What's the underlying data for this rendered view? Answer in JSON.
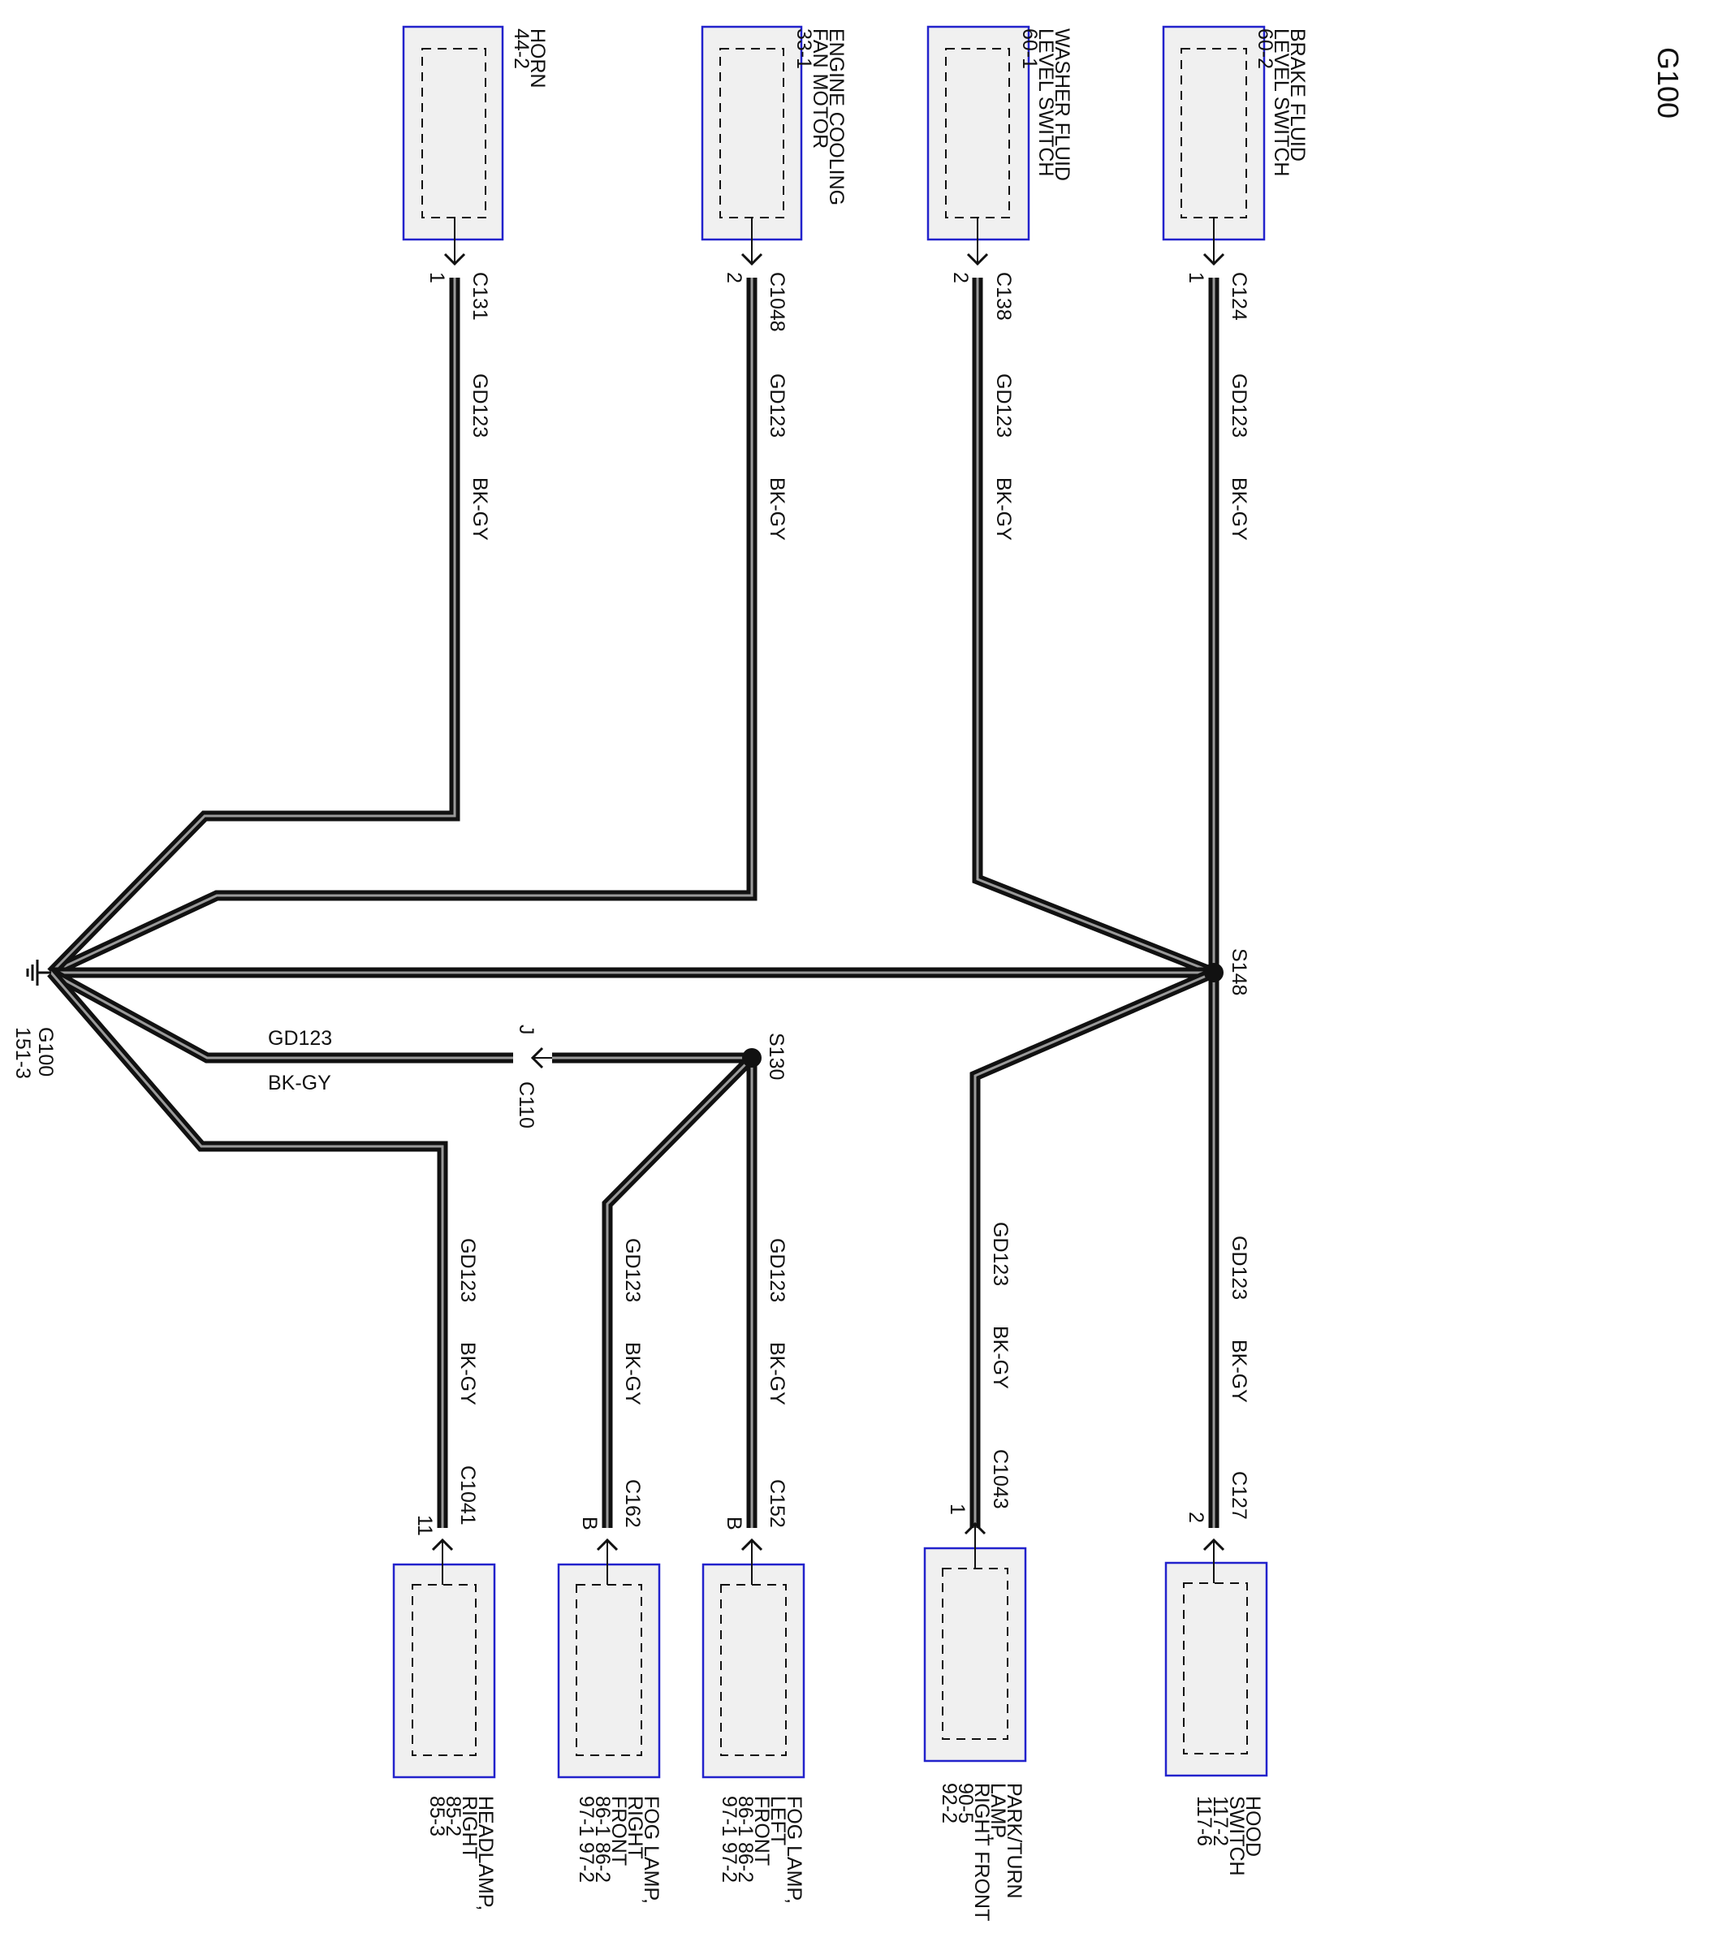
{
  "title": "G100",
  "colors": {
    "wire": "#111111",
    "wire_core": "#9a9a9a",
    "component_border": "#2222cc",
    "component_fill": "#f0f0f0"
  },
  "components": {
    "brake_fluid": {
      "lines": [
        "BRAKE FLUID",
        "LEVEL SWITCH",
        "60-2"
      ],
      "connector": "C124",
      "pin": "1",
      "circuit": "GD123",
      "wire_color": "BK-GY"
    },
    "washer_fluid": {
      "lines": [
        "WASHER FLUID",
        "LEVEL SWITCH",
        "60-1"
      ],
      "connector": "C138",
      "pin": "2",
      "circuit": "GD123",
      "wire_color": "BK-GY"
    },
    "engine_cooling": {
      "lines": [
        "ENGINE COOLING",
        "FAN MOTOR",
        "33-1"
      ],
      "connector": "C1048",
      "pin": "2",
      "circuit": "GD123",
      "wire_color": "BK-GY"
    },
    "horn": {
      "lines": [
        "HORN",
        "44-2"
      ],
      "connector": "C131",
      "pin": "1",
      "circuit": "GD123",
      "wire_color": "BK-GY"
    },
    "hood_switch": {
      "lines": [
        "HOOD",
        "SWITCH",
        "117-2",
        "117-6"
      ],
      "connector": "C127",
      "pin": "2",
      "circuit": "GD123",
      "wire_color": "BK-GY"
    },
    "park_turn": {
      "lines": [
        "PARK/TURN",
        "LAMP,",
        "RIGHT FRONT",
        "90-5",
        "92-2"
      ],
      "connector": "C1043",
      "pin": "1",
      "circuit": "GD123",
      "wire_color": "BK-GY"
    },
    "fog_left": {
      "lines": [
        "FOG LAMP,",
        "LEFT",
        "FRONT",
        "86-1  86-2",
        "97-1  97-2"
      ],
      "connector": "C152",
      "pin": "B",
      "circuit": "GD123",
      "wire_color": "BK-GY"
    },
    "fog_right": {
      "lines": [
        "FOG LAMP,",
        "RIGHT",
        "FRONT",
        "86-1  86-2",
        "97-1  97-2"
      ],
      "connector": "C162",
      "pin": "B",
      "circuit": "GD123",
      "wire_color": "BK-GY"
    },
    "headlamp": {
      "lines": [
        "HEADLAMP,",
        "RIGHT",
        "85-2",
        "85-3"
      ],
      "connector": "C1041",
      "pin": "11",
      "circuit": "GD123",
      "wire_color": "BK-GY"
    }
  },
  "splices": {
    "s148": "S148",
    "s130": "S130"
  },
  "inline_connector": {
    "name": "C110",
    "pin": "J",
    "circuit": "GD123",
    "wire_color": "BK-GY"
  },
  "ground": {
    "name": "G100",
    "ref": "151-3"
  }
}
